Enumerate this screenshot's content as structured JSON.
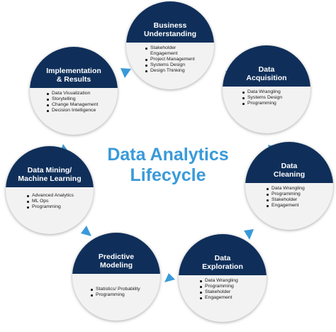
{
  "title": {
    "line1": "Data Analytics",
    "line2": "Lifecycle"
  },
  "colors": {
    "node_header": "#0f2f5a",
    "node_body": "#f2f2f2",
    "arrow": "#3a9ad9",
    "title": "#3a9ad9"
  },
  "icons": [
    "arrow-icon"
  ],
  "stages": [
    {
      "title": [
        "Business",
        "Understanding"
      ],
      "items": [
        "Stakeholder Engagement",
        "Project Management",
        "Systems Design",
        "Design Thinking"
      ]
    },
    {
      "title": [
        "Data",
        "Acquisition"
      ],
      "items": [
        "Data Wrangling",
        "Systems Design",
        "Programming"
      ]
    },
    {
      "title": [
        "Data",
        "Cleaning"
      ],
      "items": [
        "Data Wrangling",
        "Programming",
        "Stakeholder",
        "Engagement"
      ]
    },
    {
      "title": [
        "Data",
        "Exploration"
      ],
      "items": [
        "Data Wrangling",
        "Programming",
        "Stakeholder",
        "Engagement"
      ]
    },
    {
      "title": [
        "Predictive",
        "Modeling"
      ],
      "items": [
        "Statistics/ Probability",
        "Programming"
      ]
    },
    {
      "title": [
        "Data Mining/",
        "Machine Learning"
      ],
      "items": [
        "Advanced Analytics",
        "ML Ops",
        "Programming"
      ]
    },
    {
      "title": [
        "Implementation",
        "& Results"
      ],
      "items": [
        "Data Visualization",
        "Storytelling",
        "Change Management",
        "Decision Intelligence"
      ]
    }
  ]
}
